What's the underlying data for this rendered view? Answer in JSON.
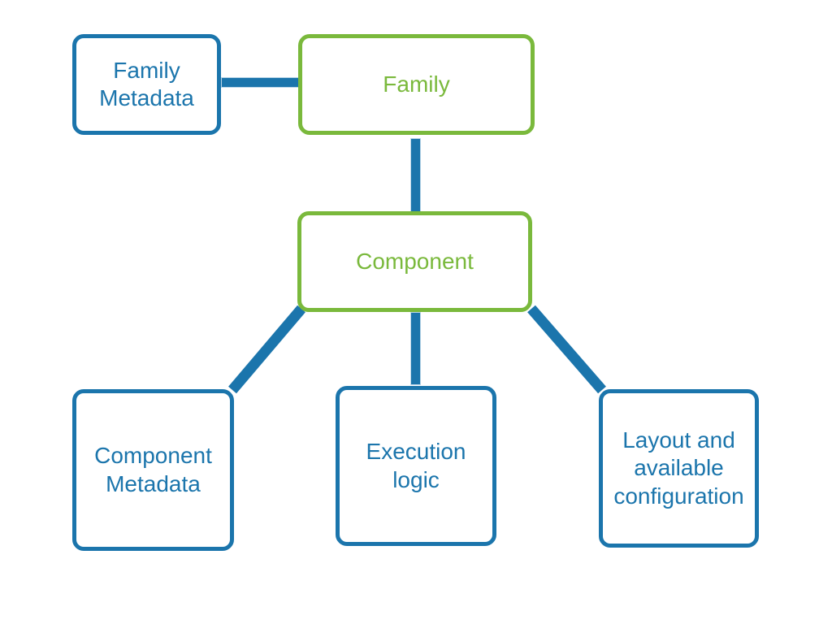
{
  "diagram": {
    "title": "Family / Component composition diagram",
    "type": "hierarchy-tree",
    "colors": {
      "aggregate_border": "#7ab93c",
      "aggregate_text": "#7ab93c",
      "leaf_border": "#1b75ac",
      "leaf_text": "#1b75ac",
      "connector": "#1b75ac",
      "connector_outline": "#bcd7e9",
      "background": "#ffffff"
    },
    "nodes": [
      {
        "id": "family-metadata",
        "label": "Family\nMetadata",
        "kind": "leaf"
      },
      {
        "id": "family",
        "label": "Family",
        "kind": "aggregate"
      },
      {
        "id": "component",
        "label": "Component",
        "kind": "aggregate"
      },
      {
        "id": "component-metadata",
        "label": "Component\nMetadata",
        "kind": "leaf"
      },
      {
        "id": "execution-logic",
        "label": "Execution\nlogic",
        "kind": "leaf"
      },
      {
        "id": "layout-config",
        "label": "Layout and\navailable\nconfiguration",
        "kind": "leaf"
      }
    ],
    "edges": [
      {
        "id": "familymeta-family",
        "from": "family-metadata",
        "to": "family",
        "orientation": "horizontal"
      },
      {
        "id": "family-component",
        "from": "family",
        "to": "component",
        "orientation": "vertical"
      },
      {
        "id": "component-componentmeta",
        "from": "component",
        "to": "component-metadata",
        "orientation": "diagonal-left"
      },
      {
        "id": "component-executionlogic",
        "from": "component",
        "to": "execution-logic",
        "orientation": "vertical"
      },
      {
        "id": "component-layoutconfig",
        "from": "component",
        "to": "layout-config",
        "orientation": "diagonal-right"
      }
    ]
  }
}
